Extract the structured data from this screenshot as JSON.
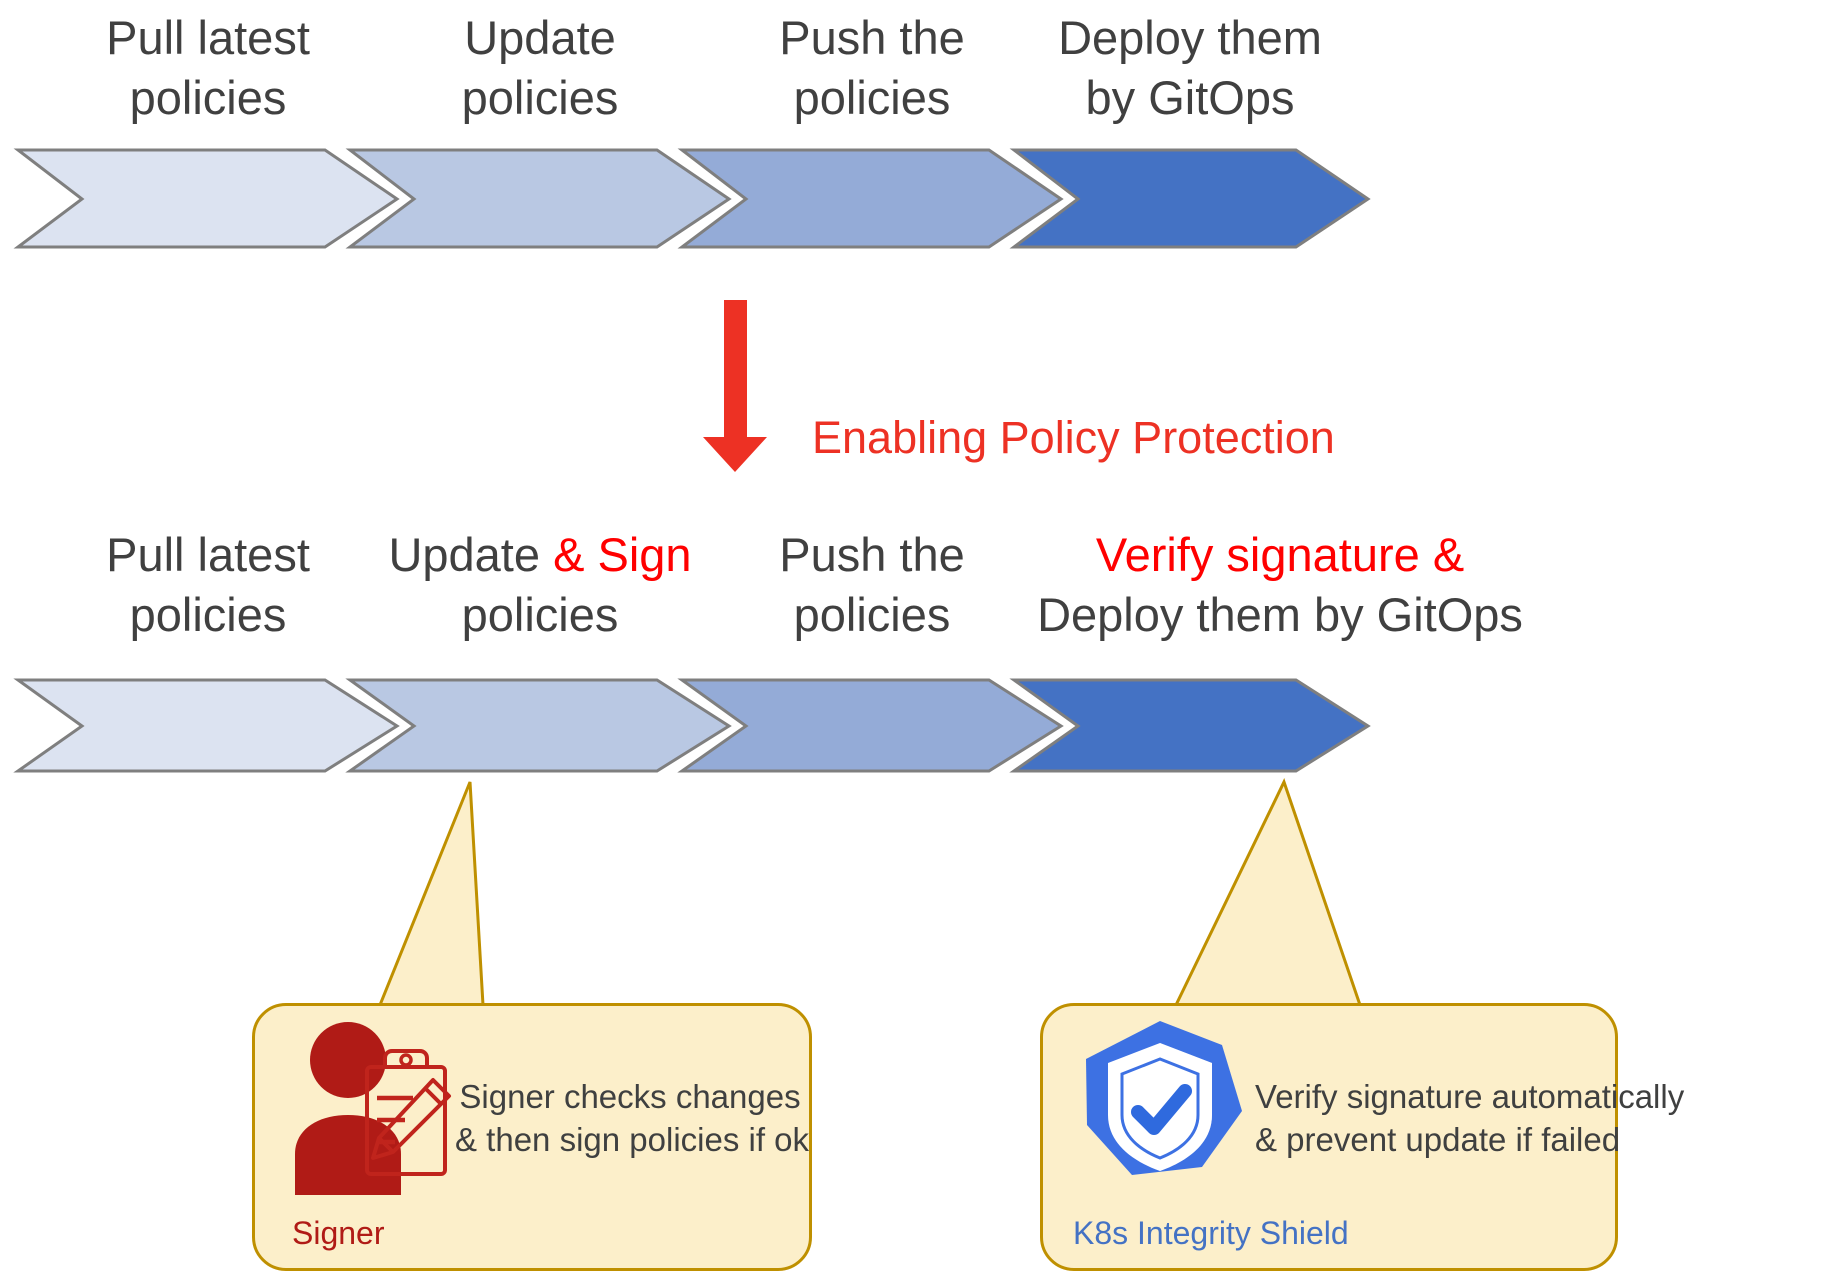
{
  "diagram": {
    "title_implicit": "GitOps policy workflow with and without policy protection",
    "colors": {
      "chevron_1": "#dce3f1",
      "chevron_2": "#b9c8e3",
      "chevron_3": "#94abd7",
      "chevron_4": "#4472c4",
      "chevron_border": "#7f7f7f",
      "accent_red": "#ed3124",
      "highlight_red": "#ff0000",
      "callout_fill": "#fcefca",
      "callout_border": "#bf9000",
      "signer_red": "#b01b16",
      "k8s_blue": "#3d71e3",
      "label_gray": "#404040"
    },
    "top_row": {
      "steps": [
        {
          "line1": "Pull latest",
          "line2": "policies"
        },
        {
          "line1": "Update",
          "line2": "policies"
        },
        {
          "line1": "Push the",
          "line2": "policies"
        },
        {
          "line1": "Deploy them",
          "line2": "by GitOps"
        }
      ]
    },
    "transition": {
      "label": "Enabling Policy Protection",
      "arrow_icon": "down-arrow-icon"
    },
    "bottom_row": {
      "steps": [
        {
          "line1_pre": "Pull latest",
          "line1_hl": "",
          "line2": "policies"
        },
        {
          "line1_pre": "Update ",
          "line1_hl": "& Sign",
          "line2": "policies"
        },
        {
          "line1_pre": "Push the",
          "line1_hl": "",
          "line2": "policies"
        },
        {
          "line1_pre": "",
          "line1_hl": "Verify signature &",
          "line2": "Deploy them by GitOps"
        }
      ]
    },
    "callouts": [
      {
        "caption": "Signer",
        "icon": "signer-person-clipboard-icon",
        "text_line1": "Signer checks changes",
        "text_line2": "& then sign policies if ok"
      },
      {
        "caption": "K8s Integrity Shield",
        "icon": "k8s-shield-check-icon",
        "text_line1": "Verify signature automatically",
        "text_line2": "& prevent update if failed"
      }
    ]
  }
}
